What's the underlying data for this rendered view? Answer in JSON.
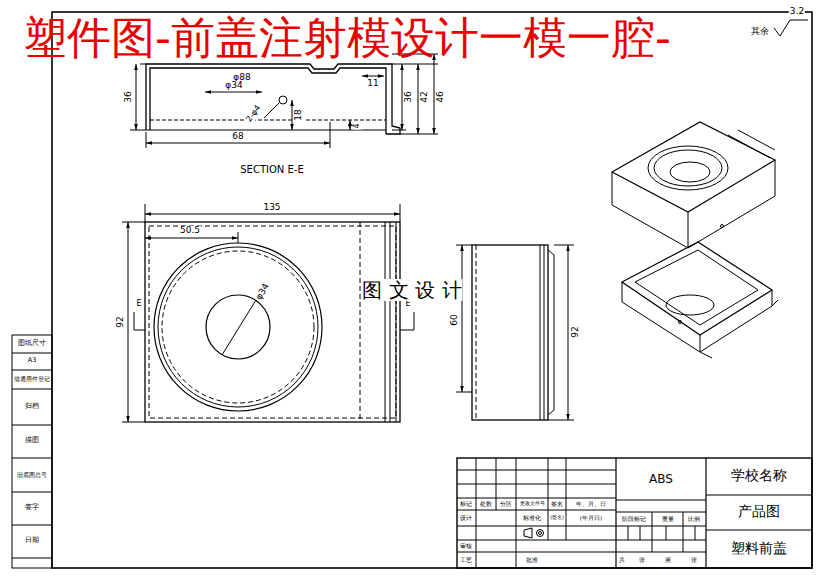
{
  "diagram": {
    "labels": [
      "塑件图-前盖注射模设计一模一腔-",
      "其余",
      "3.2",
      "φ88",
      "φ34",
      "11",
      "36",
      "2-φ4",
      "18",
      "36",
      "42",
      "46",
      "4",
      "68",
      "SECTION E-E",
      "135",
      "50.5",
      "φ34",
      "92",
      "E",
      "E",
      "图 文 设 计",
      "60",
      "92",
      "图纸尺寸",
      "A3",
      "借通用件登记",
      "归档",
      "描图",
      "旧底图总号",
      "签字",
      "日期",
      "ABS",
      "学校名称",
      "产品图",
      "塑料前盖",
      "标记",
      "处数",
      "分区",
      "更改文件号",
      "签名",
      "年、月、日",
      "设计",
      "标准化",
      "(签名)",
      "(年月日)",
      "阶段标记",
      "重量",
      "比例",
      "审核",
      "工艺",
      "批准",
      "共",
      "张",
      "第",
      "张"
    ]
  }
}
